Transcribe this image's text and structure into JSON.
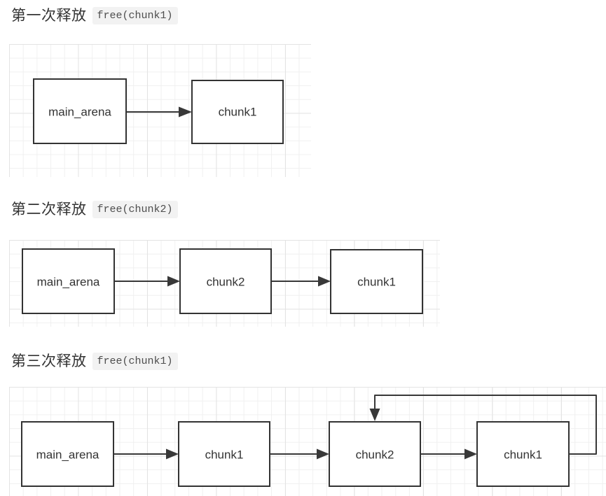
{
  "colors": {
    "box_border": "#333333",
    "arrow": "#383838",
    "box_fill": "#ffffff",
    "grid_minor": "#f0f0f0",
    "grid_major": "#e3e3e3",
    "heading_text": "#333333",
    "code_text": "#4d4d4d",
    "code_bg": "#f2f2f2",
    "label_text": "#333333",
    "page_bg": "#ffffff"
  },
  "sections": [
    {
      "heading": {
        "text": "第一次释放",
        "code": "free(chunk1)"
      },
      "diagram": {
        "type": "linked-list",
        "nodes": [
          {
            "label": "main_arena"
          },
          {
            "label": "chunk1"
          }
        ],
        "edges": [
          {
            "from": "main_arena",
            "to": "chunk1"
          }
        ]
      }
    },
    {
      "heading": {
        "text": "第二次释放",
        "code": "free(chunk2)"
      },
      "diagram": {
        "type": "linked-list",
        "nodes": [
          {
            "label": "main_arena"
          },
          {
            "label": "chunk2"
          },
          {
            "label": "chunk1"
          }
        ],
        "edges": [
          {
            "from": "main_arena",
            "to": "chunk2"
          },
          {
            "from": "chunk2",
            "to": "chunk1"
          }
        ]
      }
    },
    {
      "heading": {
        "text": "第三次释放",
        "code": "free(chunk1)"
      },
      "diagram": {
        "type": "linked-list",
        "nodes": [
          {
            "label": "main_arena"
          },
          {
            "label": "chunk1"
          },
          {
            "label": "chunk2"
          },
          {
            "label": "chunk1"
          }
        ],
        "edges": [
          {
            "from": "main_arena",
            "to": "chunk1"
          },
          {
            "from": "chunk1",
            "to": "chunk2"
          },
          {
            "from": "chunk2",
            "to": "chunk1"
          },
          {
            "from": "chunk1",
            "to": "chunk2",
            "style": "loop-over-top"
          }
        ]
      }
    }
  ]
}
